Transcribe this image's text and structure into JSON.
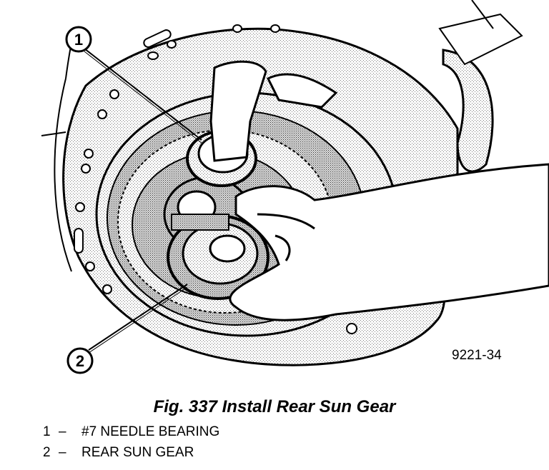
{
  "figure": {
    "callouts": [
      {
        "number": "1",
        "label": "#7 NEEDLE BEARING"
      },
      {
        "number": "2",
        "label": "REAR SUN GEAR"
      }
    ],
    "figure_id": "9221-34",
    "caption": "Fig. 337 Install Rear Sun Gear",
    "legend_dash": "–"
  }
}
